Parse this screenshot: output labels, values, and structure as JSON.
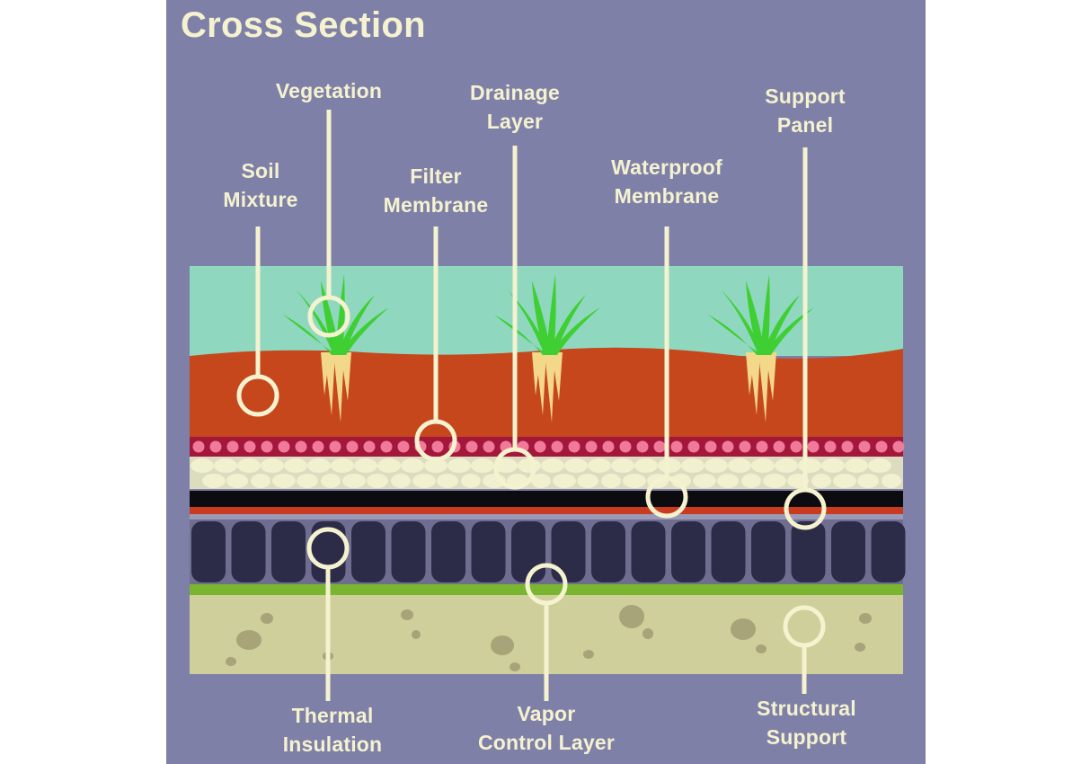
{
  "title": "Cross Section",
  "labels": {
    "vegetation": [
      "Vegetation"
    ],
    "soil_mixture": [
      "Soil",
      "Mixture"
    ],
    "filter_membrane": [
      "Filter",
      "Membrane"
    ],
    "drainage_layer": [
      "Drainage",
      "Layer"
    ],
    "waterproof_membrane": [
      "Waterproof",
      "Membrane"
    ],
    "support_panel": [
      "Support",
      "Panel"
    ],
    "thermal_insulation": [
      "Thermal",
      "Insulation"
    ],
    "vapor_control_layer": [
      "Vapor",
      "Control Layer"
    ],
    "structural_support": [
      "Structural",
      "Support"
    ]
  },
  "colors": {
    "background": "#7f80a8",
    "label_text": "#f5f2cf",
    "sky": "#8fd8bf",
    "soil": "#c6471c",
    "filter_membrane": "#a3173a",
    "filter_dots": "#f07a9a",
    "drainage_gravel": "#f1f0cf",
    "waterproof_black": "#0c0c10",
    "waterproof_red": "#c93b1e",
    "insulation": "#2d2c48",
    "vapor_green": "#79b52e",
    "structural": "#cfcf9b",
    "grass": "#3fcf33",
    "roots": "#f3d88a"
  }
}
